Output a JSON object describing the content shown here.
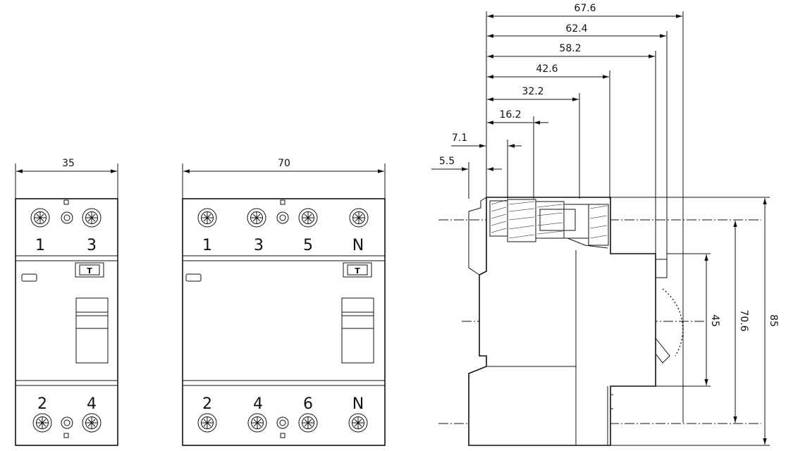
{
  "front_2pole": {
    "width_dim": "35",
    "top_terminals": [
      "1",
      "3"
    ],
    "bottom_terminals": [
      "2",
      "4"
    ],
    "test_button": "T"
  },
  "front_4pole": {
    "width_dim": "70",
    "top_terminals": [
      "1",
      "3",
      "5",
      "N"
    ],
    "bottom_terminals": [
      "2",
      "4",
      "6",
      "N"
    ],
    "test_button": "T"
  },
  "side_view": {
    "depth_dims": [
      "67.6",
      "62.4",
      "58.2",
      "42.6",
      "32.2",
      "16.2",
      "7.1",
      "5.5"
    ],
    "height_dims": [
      "45",
      "70.6",
      "85"
    ]
  }
}
